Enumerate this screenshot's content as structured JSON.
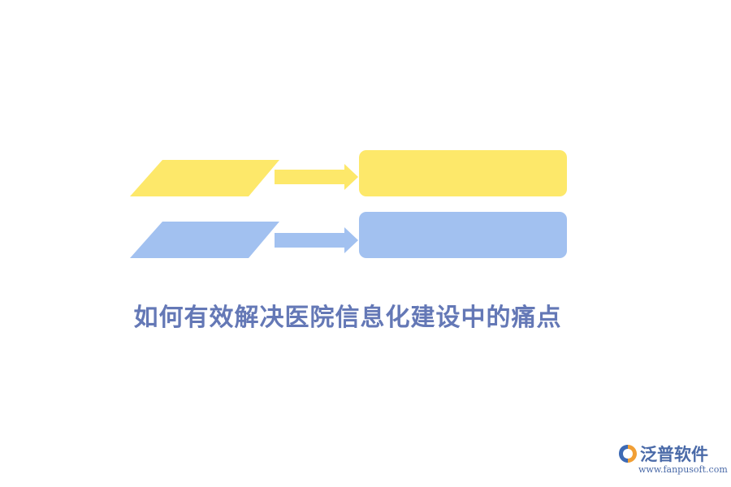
{
  "diagram": {
    "title": "如何有效解决医院信息化建设中的痛点",
    "colors": {
      "yellow": "#FDE86A",
      "blue": "#A2C1F0",
      "title": "#6478B6"
    },
    "rows": [
      {
        "shape_color_key": "yellow",
        "arrow": "right-arrow",
        "box": "rounded-rectangle"
      },
      {
        "shape_color_key": "blue",
        "arrow": "right-arrow",
        "box": "rounded-rectangle"
      }
    ]
  },
  "brand": {
    "name": "泛普软件",
    "url": "www.fanpusoft.com",
    "colors": {
      "name": "#4A6AA8",
      "url": "#4A6AA8",
      "logo_blue": "#3D6AB5",
      "logo_orange": "#F09A2A"
    }
  }
}
